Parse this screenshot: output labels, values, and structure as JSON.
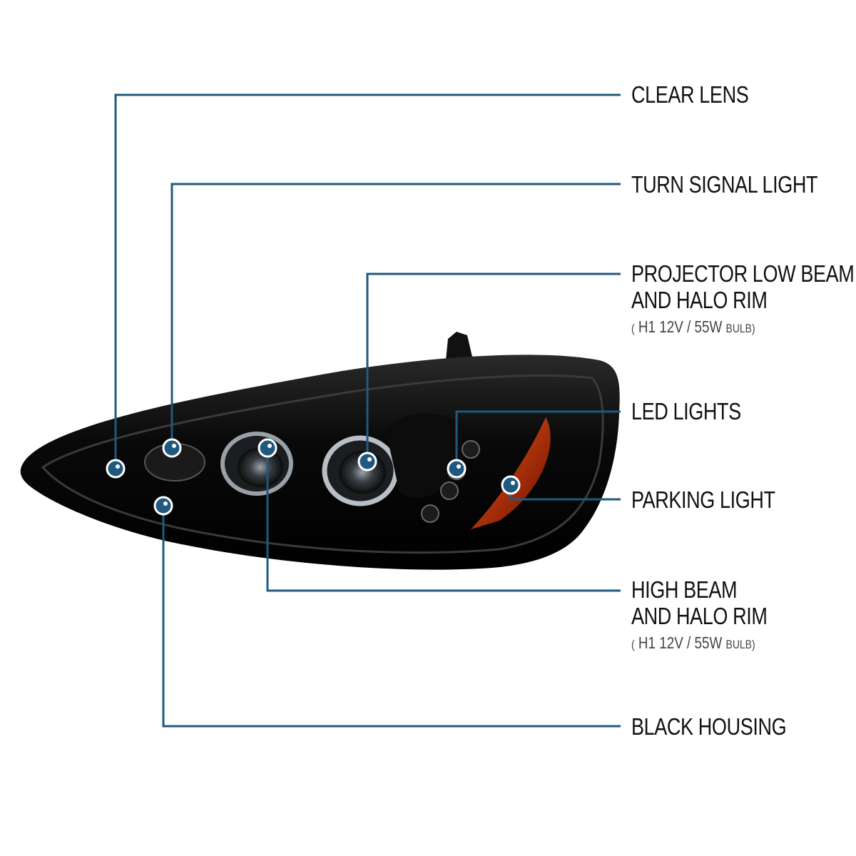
{
  "callouts": [
    {
      "id": "clear-lens",
      "title_lines": [
        "CLEAR LENS"
      ]
    },
    {
      "id": "turn-signal-light",
      "title_lines": [
        "TURN SIGNAL LIGHT"
      ]
    },
    {
      "id": "projector-low-beam",
      "title_lines": [
        "PROJECTOR LOW BEAM",
        "AND HALO RIM"
      ],
      "spec": {
        "open": "(",
        "bulb": "H1",
        "rating": "12V / 55W",
        "word": "BULB",
        "close": ")"
      }
    },
    {
      "id": "led-lights",
      "title_lines": [
        "LED LIGHTS"
      ]
    },
    {
      "id": "parking-light",
      "title_lines": [
        "PARKING LIGHT"
      ]
    },
    {
      "id": "high-beam",
      "title_lines": [
        "HIGH BEAM",
        "AND HALO RIM"
      ],
      "spec": {
        "open": "(",
        "bulb": "H1",
        "rating": "12V / 55W",
        "word": "BULB",
        "close": ")"
      }
    },
    {
      "id": "black-housing",
      "title_lines": [
        "BLACK HOUSING"
      ]
    }
  ],
  "colors": {
    "leader": "#1f5a7e",
    "dot": "#1f5a7e",
    "text": "#111111",
    "housing": "#0a0a0a",
    "amber": "#b83a10"
  }
}
